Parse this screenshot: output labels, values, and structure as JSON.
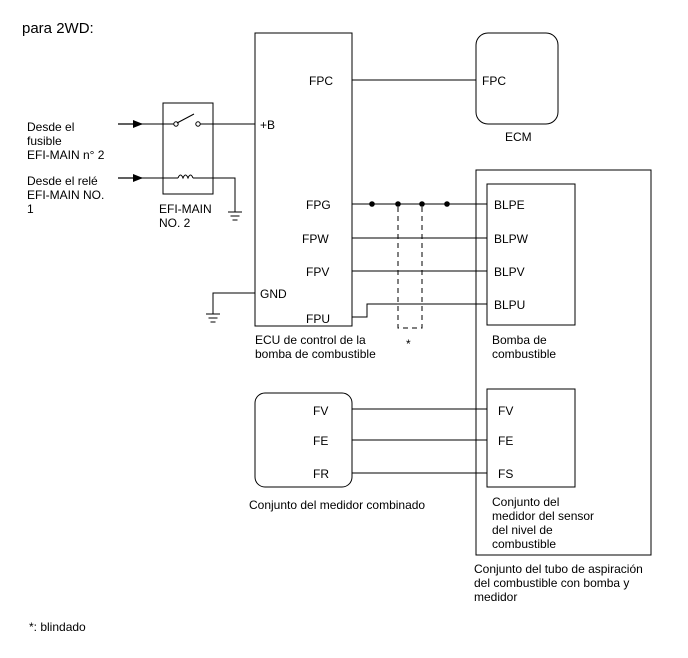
{
  "title": "para 2WD:",
  "sources": {
    "fuse_lines": [
      "Desde el",
      "fusible",
      "EFI-MAIN n° 2"
    ],
    "relay_lines": [
      "Desde el relé",
      "EFI-MAIN NO.",
      "1"
    ]
  },
  "relay": {
    "label_lines": [
      "EFI-MAIN",
      "NO. 2"
    ]
  },
  "fuel_pump_ecu": {
    "pins": {
      "fpc": "FPC",
      "b": "+B",
      "fpg": "FPG",
      "fpw": "FPW",
      "fpv": "FPV",
      "fpu": "FPU",
      "gnd": "GND"
    },
    "label_lines": [
      "ECU de control de la",
      "bomba de combustible"
    ]
  },
  "ecm": {
    "pin": "FPC",
    "label": "ECM"
  },
  "shield_mark": "*",
  "fuel_pump": {
    "pins": {
      "blpe": "BLPE",
      "blpw": "BLPW",
      "blpv": "BLPV",
      "blpu": "BLPU"
    },
    "label_lines": [
      "Bomba de",
      "combustible"
    ]
  },
  "combination_meter": {
    "pins": {
      "fv": "FV",
      "fe": "FE",
      "fr": "FR"
    },
    "label": "Conjunto del medidor combinado"
  },
  "sender_gauge": {
    "pins": {
      "fv": "FV",
      "fe": "FE",
      "fs": "FS"
    },
    "label_lines": [
      "Conjunto del",
      "medidor del sensor",
      "del nivel de",
      "combustible"
    ]
  },
  "tube_assembly": {
    "label_lines": [
      "Conjunto del tubo de aspiración",
      "del combustible con bomba y",
      "medidor"
    ]
  },
  "footnote": "*: blindado"
}
